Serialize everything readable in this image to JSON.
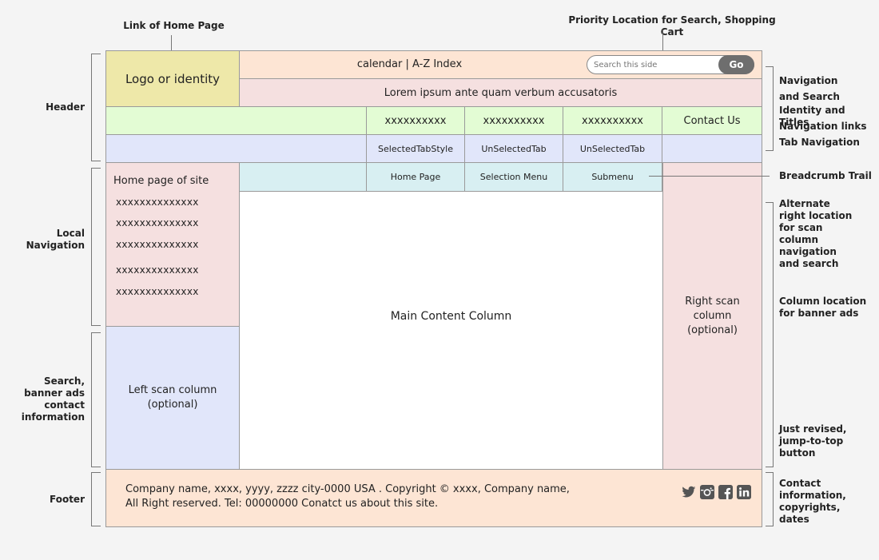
{
  "annotations_top": {
    "home_link": "Link of Home Page",
    "priority": "Priority Location for Search, Shopping Cart"
  },
  "annotations_left": {
    "header": "Header",
    "local_nav": "Local Navigation",
    "search_banner": "Search, banner ads contact information",
    "footer": "Footer"
  },
  "annotations_right": {
    "nav_search": "Navigation and Search",
    "identity": "Identity and Titles",
    "nav_links": "Navigation links",
    "tab_nav": "Tab Navigation",
    "breadcrumb": "Breadcrumb Trail",
    "alt_right": "Alternate right location for scan column navigation and search",
    "banner_ads": "Column location for banner ads",
    "revised": "Just revised, jump-to-top button",
    "contact": "Contact information, copyrights, dates"
  },
  "header": {
    "logo": "Logo or identity",
    "top_links": "calendar | A-Z Index",
    "search_placeholder": "Search this side",
    "go_button": "Go",
    "tagline": "Lorem ipsum ante quam verbum accusatoris"
  },
  "nav_links": {
    "items": [
      "xxxxxxxxxx",
      "xxxxxxxxxx",
      "xxxxxxxxxx"
    ],
    "contact": "Contact Us"
  },
  "tabs": [
    "SelectedTabStyle",
    "UnSelectedTab",
    "UnSelectedTab"
  ],
  "breadcrumb": [
    "Home Page",
    "Selection Menu",
    "Submenu"
  ],
  "local_nav": {
    "title": "Home page of site",
    "items": [
      "xxxxxxxxxxxxxx",
      "xxxxxxxxxxxxxx",
      "xxxxxxxxxxxxxx",
      "xxxxxxxxxxxxxx",
      "xxxxxxxxxxxxxx"
    ]
  },
  "left_scan": "Left scan column (optional)",
  "main_content": "Main Content Column",
  "right_scan": "Right scan column (optional)",
  "footer": {
    "line1": "Company name, xxxx, yyyy, zzzz city-0000 USA . Copyright © xxxx, Company name,",
    "line2": "All Right reserved. Tel: 00000000 Conatct us about this site.",
    "social_icons": [
      "twitter-icon",
      "instagram-icon",
      "facebook-icon",
      "linkedin-icon"
    ]
  },
  "colors": {
    "logo": "#eee8a9",
    "header_top": "#fde5d4",
    "tagline": "#f5e0e0",
    "nav_links": "#e3fcd4",
    "tabs": "#e1e6fa",
    "breadcrumb": "#d8eff2",
    "footer": "#fde5d4"
  }
}
